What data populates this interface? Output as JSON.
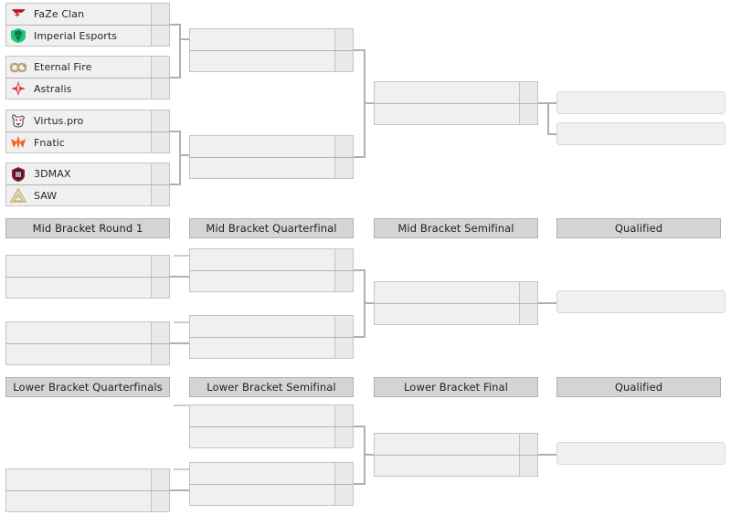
{
  "page": {
    "title": "Tournament Bracket",
    "background_color": "#ffffff",
    "box_fill": "#f0f0f0",
    "box_border": "#c4c4c4",
    "score_fill": "#e9e9e9",
    "header_fill": "#d4d4d4",
    "header_border": "#b0b0b0",
    "connector_color": "#b0b0b0"
  },
  "upper_bracket": {
    "round1": {
      "matches": [
        {
          "teams": [
            {
              "name": "FaZe Clan",
              "score": "",
              "logo": "faze-logo"
            },
            {
              "name": "Imperial Esports",
              "score": "",
              "logo": "imperial-logo"
            }
          ]
        },
        {
          "teams": [
            {
              "name": "Eternal Fire",
              "score": "",
              "logo": "eternalfire-logo"
            },
            {
              "name": "Astralis",
              "score": "",
              "logo": "astralis-logo"
            }
          ]
        },
        {
          "teams": [
            {
              "name": "Virtus.pro",
              "score": "",
              "logo": "virtuspro-logo"
            },
            {
              "name": "Fnatic",
              "score": "",
              "logo": "fnatic-logo"
            }
          ]
        },
        {
          "teams": [
            {
              "name": "3DMAX",
              "score": "",
              "logo": "threedmax-logo"
            },
            {
              "name": "SAW",
              "score": "",
              "logo": "saw-logo"
            }
          ]
        }
      ]
    },
    "round2": {
      "matches": [
        {
          "teams": [
            {
              "name": "",
              "score": ""
            },
            {
              "name": "",
              "score": ""
            }
          ]
        },
        {
          "teams": [
            {
              "name": "",
              "score": ""
            },
            {
              "name": "",
              "score": ""
            }
          ]
        }
      ]
    },
    "round3": {
      "matches": [
        {
          "teams": [
            {
              "name": "",
              "score": ""
            },
            {
              "name": "",
              "score": ""
            }
          ]
        }
      ]
    },
    "qualified": {
      "slots": [
        {
          "name": ""
        },
        {
          "name": ""
        }
      ]
    }
  },
  "mid_bracket": {
    "headers": [
      "Mid Bracket Round 1",
      "Mid Bracket Quarterfinal",
      "Mid Bracket Semifinal",
      "Qualified"
    ],
    "round1": {
      "matches": [
        {
          "teams": [
            {
              "name": "",
              "score": ""
            },
            {
              "name": "",
              "score": ""
            }
          ]
        },
        {
          "teams": [
            {
              "name": "",
              "score": ""
            },
            {
              "name": "",
              "score": ""
            }
          ]
        }
      ]
    },
    "quarterfinal": {
      "matches": [
        {
          "teams": [
            {
              "name": "",
              "score": ""
            },
            {
              "name": "",
              "score": ""
            }
          ]
        },
        {
          "teams": [
            {
              "name": "",
              "score": ""
            },
            {
              "name": "",
              "score": ""
            }
          ]
        }
      ]
    },
    "semifinal": {
      "matches": [
        {
          "teams": [
            {
              "name": "",
              "score": ""
            },
            {
              "name": "",
              "score": ""
            }
          ]
        }
      ]
    },
    "qualified": {
      "slots": [
        {
          "name": ""
        }
      ]
    }
  },
  "lower_bracket": {
    "headers": [
      "Lower Bracket Quarterfinals",
      "Lower Bracket Semifinal",
      "Lower Bracket Final",
      "Qualified"
    ],
    "quarterfinals": {
      "matches": [
        {
          "teams": [
            {
              "name": "",
              "score": ""
            },
            {
              "name": "",
              "score": ""
            }
          ]
        }
      ]
    },
    "semifinal": {
      "matches": [
        {
          "teams": [
            {
              "name": "",
              "score": ""
            },
            {
              "name": "",
              "score": ""
            }
          ]
        },
        {
          "teams": [
            {
              "name": "",
              "score": ""
            },
            {
              "name": "",
              "score": ""
            }
          ]
        }
      ]
    },
    "final": {
      "matches": [
        {
          "teams": [
            {
              "name": "",
              "score": ""
            },
            {
              "name": "",
              "score": ""
            }
          ]
        }
      ]
    },
    "qualified": {
      "slots": [
        {
          "name": ""
        }
      ]
    }
  }
}
